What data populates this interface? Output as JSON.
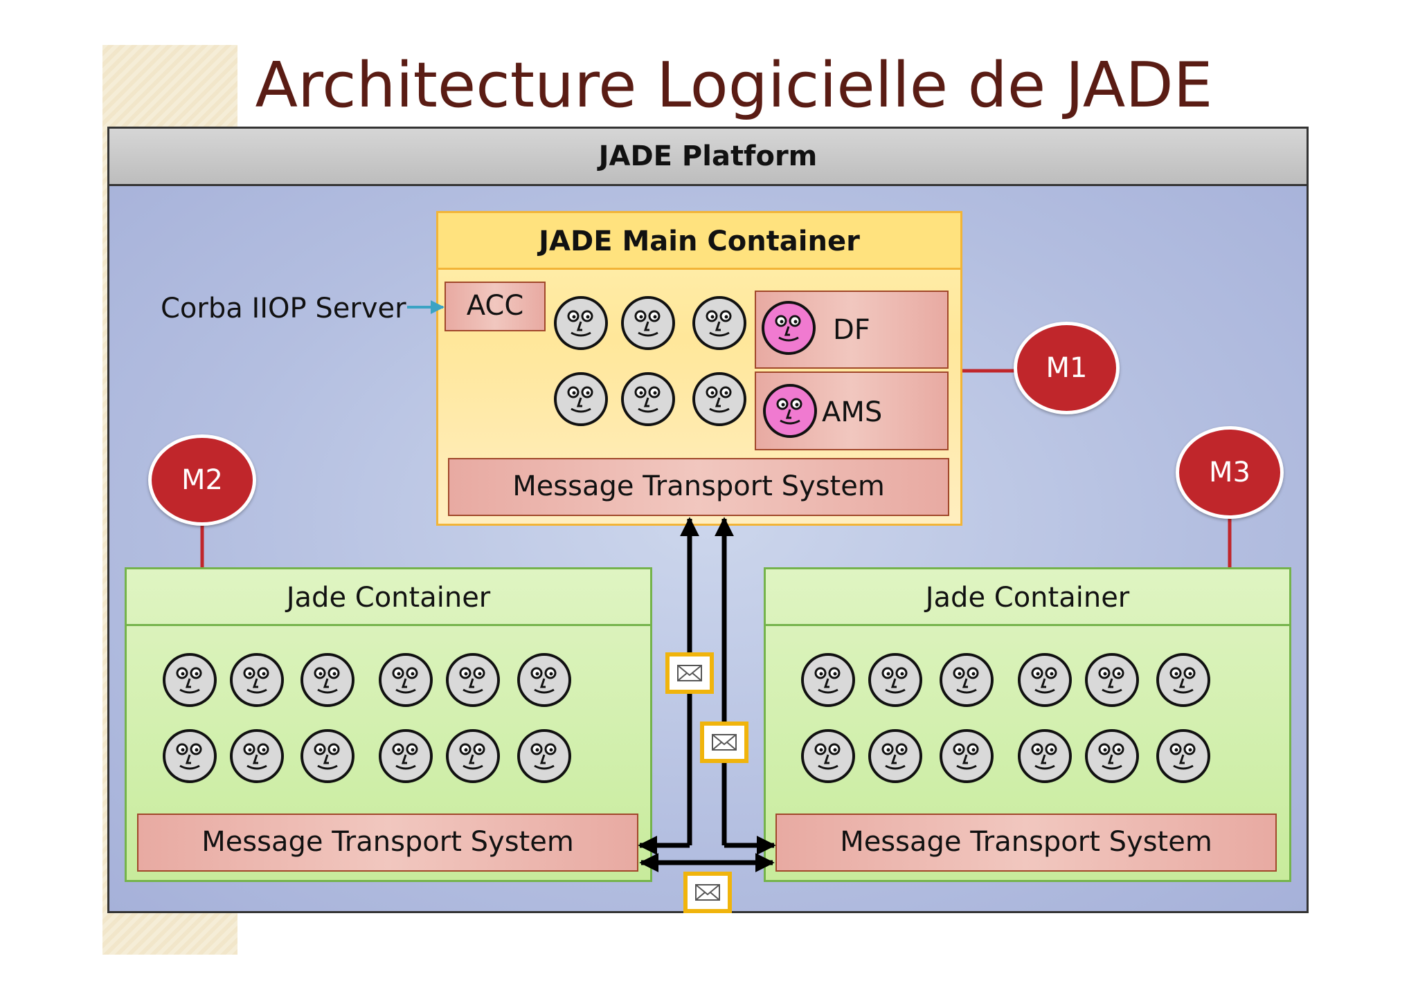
{
  "title": "Architecture Logicielle de JADE",
  "platform": {
    "label": "JADE Platform"
  },
  "main_container": {
    "title": "JADE Main Container",
    "acc_label": "ACC",
    "df_label": "DF",
    "ams_label": "AMS",
    "mts_label": "Message Transport System",
    "agent_count": 6
  },
  "corba_label": "Corba IIOP Server",
  "left_container": {
    "title": "Jade Container",
    "mts_label": "Message Transport System",
    "agent_count": 12
  },
  "right_container": {
    "title": "Jade Container",
    "mts_label": "Message Transport System",
    "agent_count": 12
  },
  "machines": {
    "m1": "M1",
    "m2": "M2",
    "m3": "M3"
  },
  "colors": {
    "title_text": "#5a1c14",
    "machine_fill": "#c0262b",
    "agent_face": "#d9d9d9",
    "special_agent_face": "#f07ad0",
    "main_container_fill": "#ffe79a",
    "jade_container_fill": "#d1efac",
    "mts_fill": "#e8aaa2",
    "envelope_border": "#f0b40c",
    "arrow_color": "#3ba3c4"
  },
  "icons": {
    "agent": "agent-face-icon",
    "message": "envelope-icon"
  }
}
